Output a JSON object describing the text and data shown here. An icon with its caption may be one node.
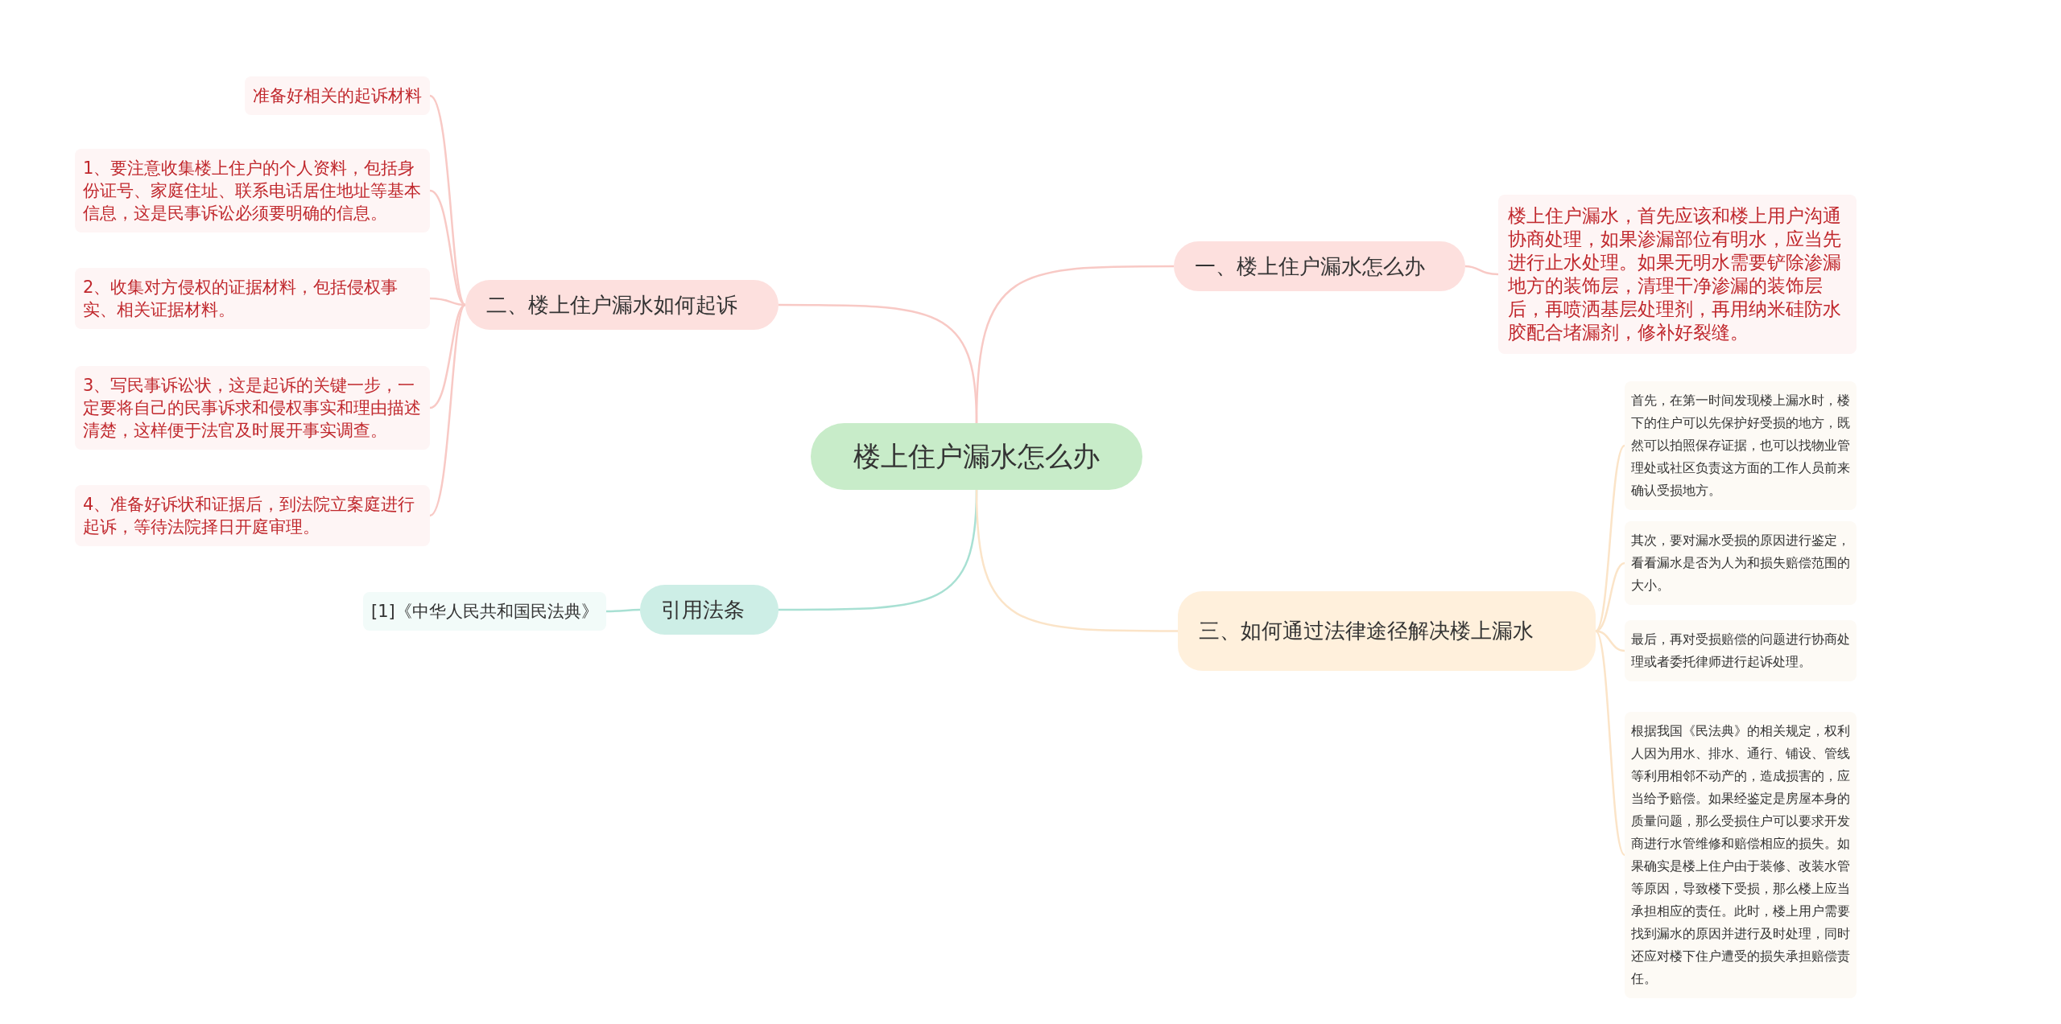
{
  "diagram": {
    "nodes": [
      {
        "text": [
          "楼上住户漏水怎么办"
        ]
      },
      {
        "text": [
          "一、楼上住户漏水怎么办"
        ]
      },
      {
        "text": [
          "楼上住户漏水，首先应该和楼上用户沟通协商处理，如果渗漏部位有明水，应当先进行止水处理。如果无明水需要铲除渗漏地方的装饰层，清理干净渗漏的装饰层后，再喷洒基层处理剂，再用纳米硅防水胶配合堵漏剂，修补好裂缝。"
        ]
      },
      {
        "text": [
          "二、楼上住户漏水如何起诉"
        ]
      },
      {
        "text": [
          "准备好相关的起诉材料"
        ]
      },
      {
        "text": [
          "1、要注意收集楼上住户的个人资料，包括身份证号、家庭住址、联系电话居住地址等基本信息，这是民事诉讼必须要明确的信息。"
        ]
      },
      {
        "text": [
          "2、收集对方侵权的证据材料，包括侵权事实、相关证据材料。"
        ]
      },
      {
        "text": [
          "3、写民事诉讼状，这是起诉的关键一步，一定要将自己的民事诉求和侵权事实和理由描述清楚，这样便于法官及时展开事实调查。"
        ]
      },
      {
        "text": [
          "4、准备好诉状和证据后，到法院立案庭进行起诉，等待法院择日开庭审理。"
        ]
      },
      {
        "text": [
          "引用法条"
        ]
      },
      {
        "text": [
          "[1]《中华人民共和国民法典》"
        ]
      },
      {
        "text": [
          "三、如何通过法律途径解决楼上漏水"
        ]
      },
      {
        "text": [
          "首先，在第一时间发现楼上漏水时，楼下的住户可以先保护好受损的地方，既然可以拍照保存证据，也可以找物业管理处或社区负责这方面的工作人员前来确认受损地方。"
        ]
      },
      {
        "text": [
          "其次，要对漏水受损的原因进行鉴定，看看漏水是否为人为和损失赔偿范围的大小。"
        ]
      },
      {
        "text": [
          "最后，再对受损赔偿的问题进行协商处理或者委托律师进行起诉处理。"
        ]
      },
      {
        "text": [
          "根据我国《民法典》的相关规定，权利人因为用水、排水、通行、铺设、管线等利用相邻不动产的，造成损害的，应当给予赔偿。如果经鉴定是房屋本身的质量问题，那么受损住户可以要求开发商进行水管维修和赔偿相应的损失。如果确实是楼上住户由于装修、改装水管等原因，导致楼下受损，那么楼上应当承担相应的责任。此时，楼上用户需要找到漏水的原因并进行及时处理，同时还应对楼下住户遭受的损失承担赔偿责任。"
        ]
      }
    ],
    "edges": [
      {
        "from": 0,
        "to": 1,
        "arrow": "none"
      },
      {
        "from": 0,
        "to": 3,
        "arrow": "none"
      },
      {
        "from": 0,
        "to": 9,
        "arrow": "none"
      },
      {
        "from": 0,
        "to": 11,
        "arrow": "none"
      },
      {
        "from": 1,
        "to": 2,
        "arrow": "none"
      },
      {
        "from": 3,
        "to": 4,
        "arrow": "none"
      },
      {
        "from": 3,
        "to": 5,
        "arrow": "none"
      },
      {
        "from": 3,
        "to": 6,
        "arrow": "none"
      },
      {
        "from": 3,
        "to": 7,
        "arrow": "none"
      },
      {
        "from": 3,
        "to": 8,
        "arrow": "none"
      },
      {
        "from": 9,
        "to": 10,
        "arrow": "none"
      },
      {
        "from": 11,
        "to": 12,
        "arrow": "none"
      },
      {
        "from": 11,
        "to": 13,
        "arrow": "none"
      },
      {
        "from": 11,
        "to": 14,
        "arrow": "none"
      },
      {
        "from": 11,
        "to": 15,
        "arrow": "none"
      }
    ]
  }
}
